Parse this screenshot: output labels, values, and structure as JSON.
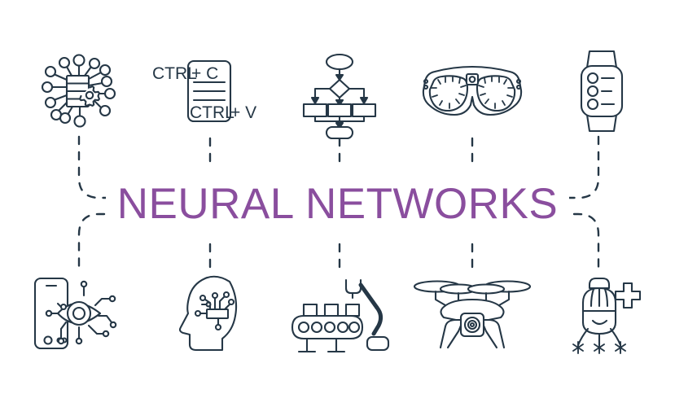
{
  "page": {
    "title": "NEURAL NETWORKS",
    "background_color": "#ffffff",
    "accent_color": "#8a4e9e",
    "icon_stroke_color": "#253746",
    "layout": "concept banner: 5 icons top row, centered title, 5 icons bottom row, dashed bracket connectors"
  },
  "connectors": {
    "style": "dashed",
    "color": "#253746",
    "description": "rounded bracket from outer columns into the title, short vertical stubs from inner columns"
  },
  "icons": {
    "top": [
      {
        "name": "neural-network-chip-icon",
        "label": "Neural network chip",
        "column": 1
      },
      {
        "name": "copy-paste-shortcut-icon",
        "label": "Copy paste shortcut",
        "column": 2,
        "text": {
          "copy": "CTRL",
          "copy_key": "+ C",
          "paste": "CTRL",
          "paste_key": "+ V"
        }
      },
      {
        "name": "algorithm-flowchart-icon",
        "label": "Algorithm flowchart",
        "column": 3
      },
      {
        "name": "smart-glasses-icon",
        "label": "Smart glasses",
        "column": 4
      },
      {
        "name": "smart-watch-icon",
        "label": "Smart watch",
        "column": 5
      }
    ],
    "bottom": [
      {
        "name": "computer-vision-phone-icon",
        "label": "Computer vision on phone",
        "column": 1
      },
      {
        "name": "ai-head-icon",
        "label": "Artificial intelligence head",
        "column": 2
      },
      {
        "name": "robotic-arm-conveyor-icon",
        "label": "Robotic arm and conveyor",
        "column": 3
      },
      {
        "name": "drone-quadcopter-icon",
        "label": "Drone quadcopter",
        "column": 4
      },
      {
        "name": "medical-nanobot-icon",
        "label": "Medical nanobot",
        "column": 5
      }
    ]
  }
}
